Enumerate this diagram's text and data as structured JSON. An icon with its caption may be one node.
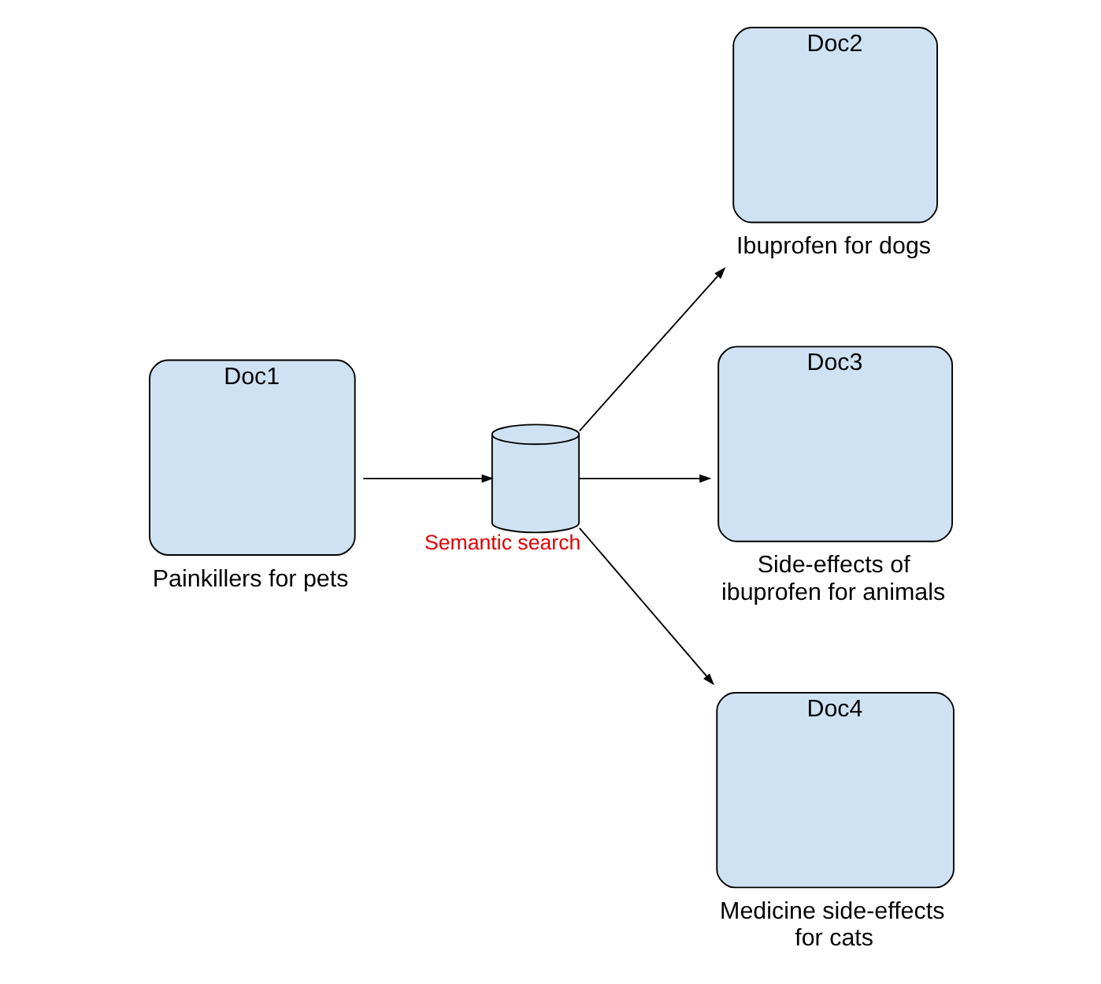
{
  "diagram": {
    "nodes": [
      {
        "text": [
          "Doc1"
        ],
        "beside": [
          "Painkillers for pets"
        ]
      },
      {
        "text": [],
        "shape": "cylinder",
        "beside": [
          "Semantic search"
        ]
      },
      {
        "text": [
          "Doc2"
        ],
        "beside": [
          "Ibuprofen for dogs"
        ]
      },
      {
        "text": [
          "Doc3"
        ],
        "beside": [
          "Side-effects of ibuprofen for animals"
        ]
      },
      {
        "text": [
          "Doc4"
        ],
        "beside": [
          "Medicine side-effects for cats"
        ]
      }
    ],
    "edges": [
      {
        "from": 0,
        "to": 1,
        "arrow": "to"
      },
      {
        "from": 1,
        "to": 2,
        "arrow": "to"
      },
      {
        "from": 1,
        "to": 3,
        "arrow": "to"
      },
      {
        "from": 1,
        "to": 4,
        "arrow": "to"
      }
    ]
  }
}
